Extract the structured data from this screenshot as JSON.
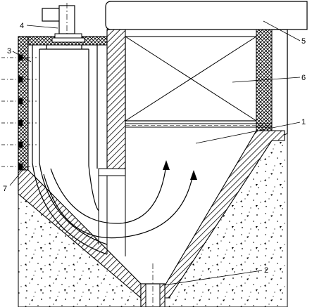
{
  "diagram": {
    "callouts": [
      {
        "id": "c1",
        "label": "1"
      },
      {
        "id": "c2",
        "label": "2"
      },
      {
        "id": "c3",
        "label": "3"
      },
      {
        "id": "c4",
        "label": "4"
      },
      {
        "id": "c5",
        "label": "5"
      },
      {
        "id": "c6",
        "label": "6"
      },
      {
        "id": "c7",
        "label": "7"
      }
    ]
  },
  "colors": {
    "stroke": "#000000",
    "background": "#ffffff"
  }
}
